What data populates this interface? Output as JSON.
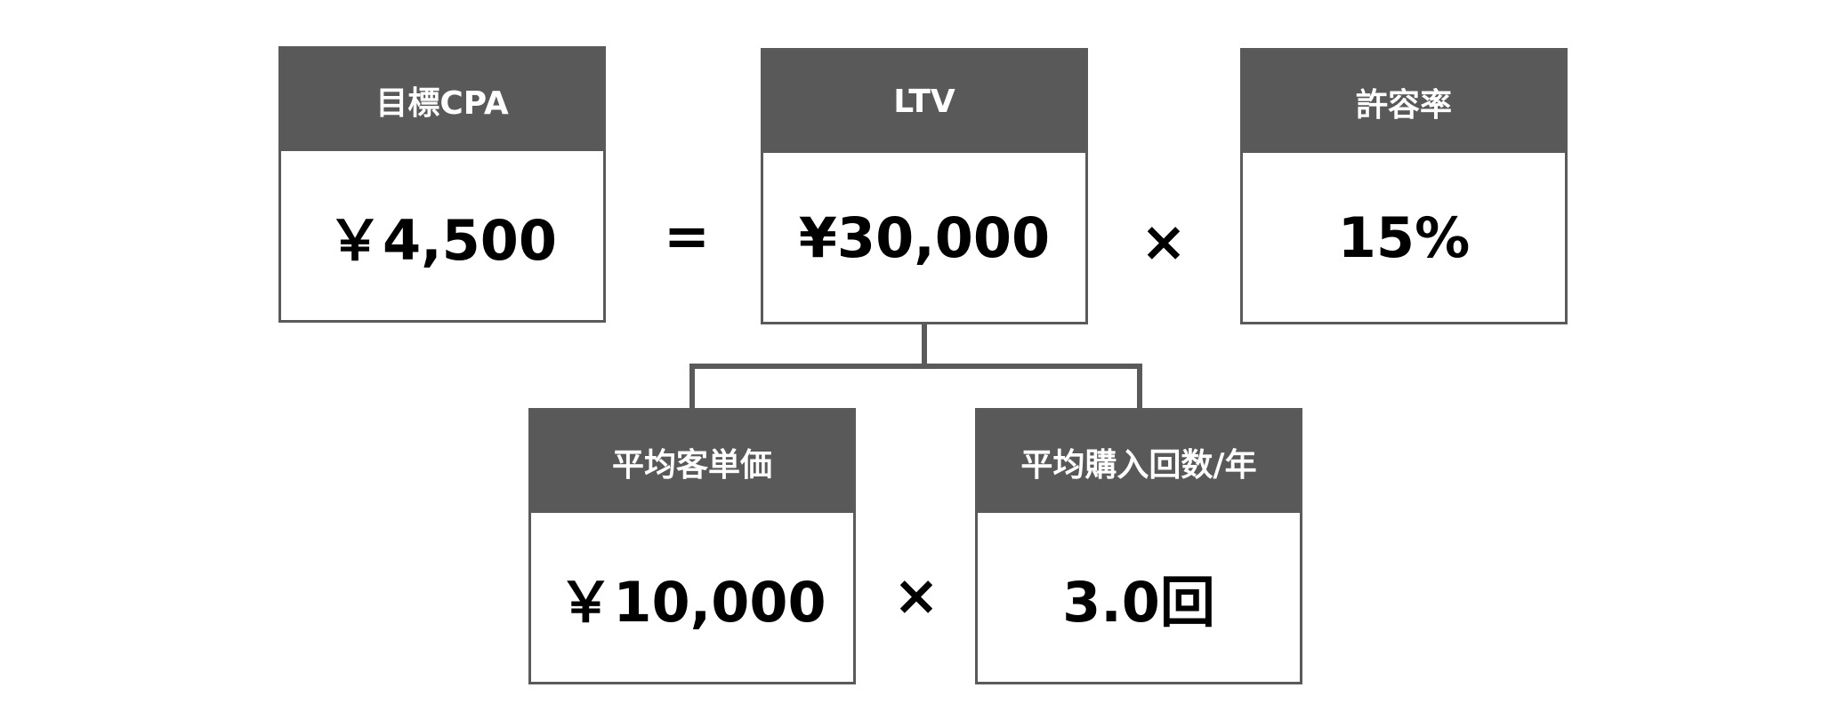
{
  "boxes": {
    "target_cpa": {
      "label": "目標CPA",
      "value": "￥4,500"
    },
    "ltv": {
      "label": "LTV",
      "value": "¥30,000"
    },
    "allowance_rate": {
      "label": "許容率",
      "value": "15%"
    },
    "avg_order_value": {
      "label": "平均客単価",
      "value": "￥10,000"
    },
    "avg_purchases_per_year": {
      "label": "平均購入回数/年",
      "value": "3.0回"
    }
  },
  "operators": {
    "equals": "=",
    "multiply_top": "×",
    "multiply_bottom": "×"
  },
  "colors": {
    "header_bg": "#595959",
    "border": "#5a5a5a",
    "header_text": "#ffffff",
    "value_text": "#000000"
  }
}
